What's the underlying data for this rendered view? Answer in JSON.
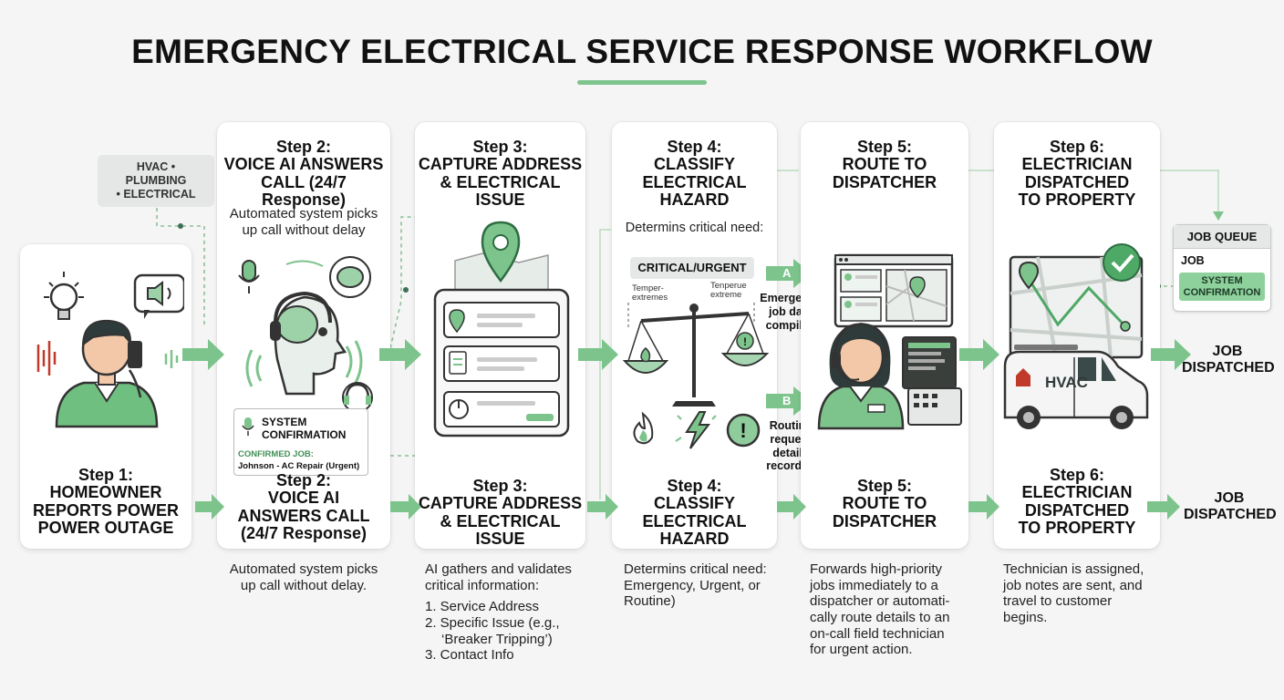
{
  "title": "EMERGENCY ELECTRICAL SERVICE RESPONSE WORKFLOW",
  "colors": {
    "accent": "#7cc48c",
    "accent_dark": "#3f8f55",
    "card": "#ffffff",
    "background": "#f4f5f4"
  },
  "trades_tag": [
    "HVAC • PLUMBING",
    "• ELECTRICAL"
  ],
  "step1": {
    "label": "Step 1:",
    "title": [
      "HOMEOWNER",
      "REPORTS POWER",
      "POWER OUTAGE"
    ]
  },
  "step2": {
    "label": "Step 2:",
    "top_title": [
      "VOICE AI ANSWERS",
      "CALL (24/7 Response)"
    ],
    "top_desc": [
      "Automated system picks",
      "up call without delay"
    ],
    "confirm_title": [
      "SYSTEM",
      "CONFIRMATION"
    ],
    "confirm_job_label": "CONFIRMED JOB:",
    "confirm_job": "Johnson - AC Repair (Urgent)",
    "bottom_title": [
      "VOICE AI",
      "ANSWERS CALL",
      "(24/7 Response)"
    ],
    "bottom_desc": [
      "Automated system picks",
      "up call without delay."
    ]
  },
  "step3": {
    "label": "Step 3:",
    "title": [
      "CAPTURE ADDRESS",
      "& ELECTRICAL ISSUE"
    ],
    "desc_intro": [
      "AI gathers and validates",
      "critical information:"
    ],
    "items": [
      "1. Service Address",
      "2. Specific Issue (e.g.,",
      "‘Breaker Tripping’)",
      "3. Contact Info"
    ]
  },
  "step4": {
    "label": "Step 4:",
    "title": [
      "CLASSIFY",
      "ELECTRICAL",
      "HAZARD"
    ],
    "top_desc": "Determins critical need:",
    "critical_label": "CRITICAL/URGENT",
    "scale_left": [
      "Temper-",
      "extremes"
    ],
    "scale_right": [
      "Tenperue",
      "extreme"
    ],
    "branch_a": "A",
    "branch_a_text": [
      "Emergency",
      "job data",
      "compiled"
    ],
    "branch_b": "B",
    "branch_b_text": [
      "Routine",
      "request",
      "details",
      "recorded"
    ],
    "bottom_desc": [
      "Determins critical need:",
      "Emergency, Urgent, or",
      "Routine)"
    ]
  },
  "step5": {
    "label": "Step 5:",
    "title": [
      "ROUTE TO",
      "DISPATCHER"
    ],
    "desc": [
      "Forwards high-priority",
      "jobs immediately to a",
      "dispatcher or automati-",
      "cally route details to an",
      "on-call field technician",
      "for urgent action."
    ]
  },
  "step6": {
    "label": "Step 6:",
    "title": [
      "ELECTRICIAN",
      "DISPATCHED",
      "TO PROPERTY"
    ],
    "van_logo": "HVAC",
    "desc": [
      "Technician is assigned,",
      "job notes are sent, and",
      "travel to customer",
      "begins."
    ]
  },
  "job_queue": {
    "title": "JOB QUEUE",
    "row": "JOB",
    "confirm": [
      "SYSTEM",
      "CONFIRMATION"
    ]
  },
  "final": [
    "JOB",
    "DISPATCHED"
  ]
}
